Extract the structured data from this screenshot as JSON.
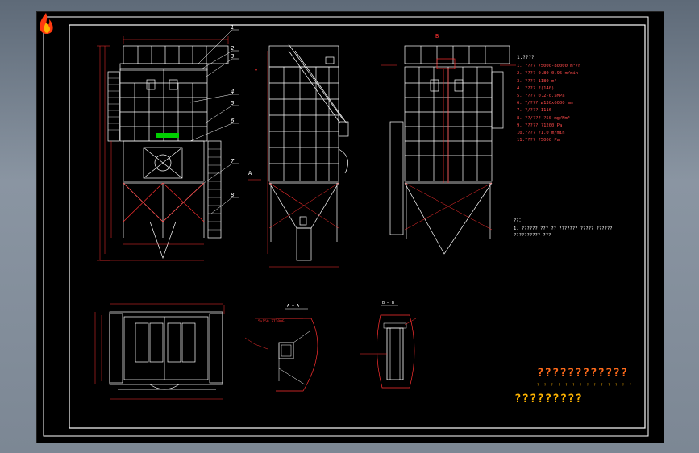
{
  "drawing": {
    "views": {
      "front_callouts": [
        "1",
        "2",
        "3",
        "4",
        "5",
        "6",
        "7",
        "8"
      ],
      "side_label": "A",
      "rear_label": "B",
      "section_aa": "A — A",
      "section_bb": "B — B"
    },
    "notes": {
      "title": "1.????",
      "rows": [
        "1. ????    75000-80000  m³/h",
        "2. ????    0.80-0.95  m/min",
        "3. ????    1180    m²",
        "4. ????    ?(140)",
        "5. ????    0.2-0.5MPa",
        "6. ?/???   ø130x6000  mm",
        "7. ?/???   1116",
        "8. ??/???  ?50    mg/Nm³",
        "9. ?????   ?1200    Pa",
        "10.????    ?1.0   m/min",
        "11.????    ?5000   Pa"
      ]
    },
    "tech": {
      "title": "??：",
      "line1": "1. ?????? ??? ??  ??????? ?????  ?????? ",
      "line2": "?????????? ???"
    },
    "logo": {
      "main": "????????????",
      "sub": "? ? ? ? ? ? ? ? ? ? ? ? ? ?",
      "bottom": "?????????"
    }
  }
}
